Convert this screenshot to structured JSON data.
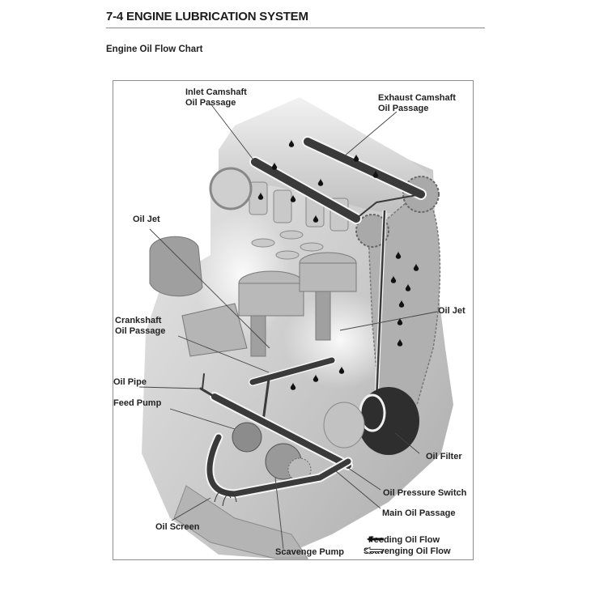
{
  "header": {
    "section_title": "7-4 ENGINE LUBRICATION SYSTEM",
    "subtitle": "Engine Oil Flow Chart"
  },
  "figure": {
    "labels": {
      "inlet_camshaft": [
        "Inlet Camshaft",
        "Oil Passage"
      ],
      "exhaust_camshaft": [
        "Exhaust Camshaft",
        "Oil Passage"
      ],
      "oil_jet_left": "Oil Jet",
      "oil_jet_right": "Oil Jet",
      "crankshaft": [
        "Crankshaft",
        "Oil Passage"
      ],
      "oil_pipe": "Oil Pipe",
      "feed_pump": "Feed Pump",
      "oil_filter": "Oil Filter",
      "oil_pressure_switch": "Oil Pressure Switch",
      "main_oil_passage": "Main Oil Passage",
      "oil_screen": "Oil Screen",
      "scavenge_pump": "Scavenge Pump"
    },
    "legend": [
      {
        "icon": "solid-arrow-left-icon",
        "label": "Feeding Oil Flow"
      },
      {
        "icon": "hollow-arrow-left-icon",
        "label": "Scavenging Oil Flow"
      }
    ],
    "colors": {
      "frame": "#8d8d8d",
      "engine_light": "#d9d9d9",
      "engine_mid": "#a8a8a8",
      "passage_dark": "#3a3a3a",
      "leader": "#444444"
    }
  }
}
